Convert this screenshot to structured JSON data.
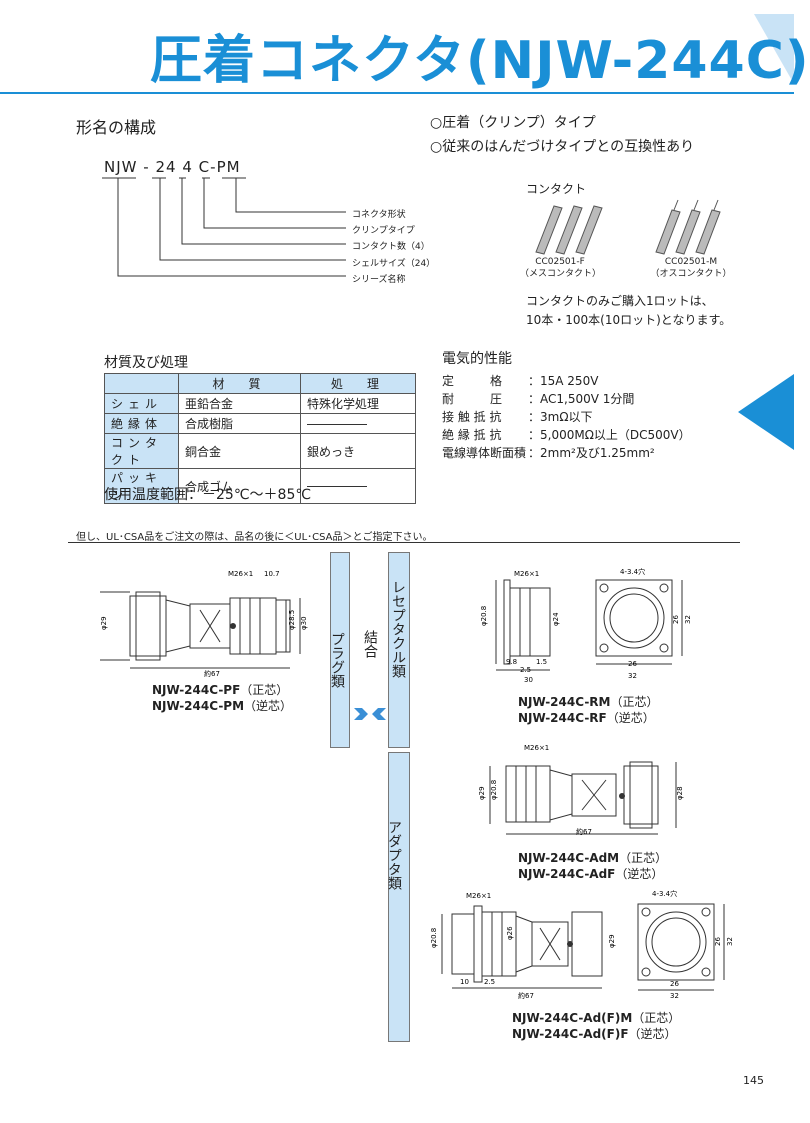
{
  "header": {
    "title": "圧着コネクタ(NJW-244C)"
  },
  "model_section": {
    "heading": "形名の構成",
    "code_parts": [
      "NJW",
      "-",
      "24",
      "4",
      "C",
      "-",
      "PM"
    ],
    "legend": [
      "コネクタ形状",
      "クリンプタイプ",
      "コンタクト数（4）",
      "シェルサイズ（24）",
      "シリーズ名称"
    ]
  },
  "features": [
    "○圧着（クリンプ）タイプ",
    "○従来のはんだづけタイプとの互換性あり"
  ],
  "contact": {
    "heading": "コンタクト",
    "female_code": "CC02501-F",
    "female_label": "（メスコンタクト）",
    "male_code": "CC02501-M",
    "male_label": "（オスコンタクト）",
    "note_line1": "コンタクトのみご購入1ロットは、",
    "note_line2": "10本・100本(10ロット)となります。"
  },
  "materials": {
    "heading": "材質及び処理",
    "col_material": "材　質",
    "col_treatment": "処　理",
    "rows": [
      {
        "part": "シェル",
        "material": "亜鉛合金",
        "treatment": "特殊化学処理"
      },
      {
        "part": "絶縁体",
        "material": "合成樹脂",
        "treatment": ""
      },
      {
        "part": "コンタクト",
        "material": "銅合金",
        "treatment": "銀めっき"
      },
      {
        "part": "パッキン",
        "material": "合成ゴム",
        "treatment": ""
      }
    ],
    "temp_range": "使用温度範囲：－25℃～＋85℃"
  },
  "electrical": {
    "heading": "電気的性能",
    "rows": [
      {
        "key": "定　　　格",
        "value": "：15A 250V"
      },
      {
        "key": "耐　　　圧",
        "value": "：AC1,500V 1分間"
      },
      {
        "key": "接 触 抵 抗",
        "value": "：3mΩ以下"
      },
      {
        "key": "絶 縁 抵 抗",
        "value": "：5,000MΩ以上（DC500V）"
      },
      {
        "key": "電線導体断面積",
        "value": "：2mm²及び1.25mm²"
      }
    ]
  },
  "order_note": "但し、UL･CSA品をご注文の際は、品名の後に＜UL･CSA品＞とご指定下さい。",
  "bands": {
    "plug": "プラグ類",
    "join": "結合",
    "receptacle": "レセプタクル類",
    "adapter": "アダプタ類"
  },
  "drawings": {
    "plug": {
      "dims": [
        "M26×1",
        "10.7",
        "φ29",
        "φ28.5",
        "φ30",
        "約67"
      ],
      "cap1": "NJW-244C-PF",
      "cap1n": "（正芯）",
      "cap2": "NJW-244C-PM",
      "cap2n": "（逆芯）"
    },
    "receptacle": {
      "dims": [
        "M26×1",
        "4-3.4穴",
        "φ20.8",
        "φ24",
        "9.8",
        "1.5",
        "2.5",
        "30",
        "26",
        "32",
        "26",
        "32"
      ],
      "cap1": "NJW-244C-RM",
      "cap1n": "（正芯）",
      "cap2": "NJW-244C-RF",
      "cap2n": "（逆芯）"
    },
    "adapter": {
      "dims": [
        "M26×1",
        "φ29",
        "φ20.8",
        "φ28",
        "約67"
      ],
      "cap1": "NJW-244C-AdM",
      "cap1n": "（正芯）",
      "cap2": "NJW-244C-AdF",
      "cap2n": "（逆芯）"
    },
    "adapter_f": {
      "dims": [
        "M26×1",
        "4-3.4穴",
        "φ20.8",
        "φ26",
        "φ29",
        "10",
        "2.5",
        "約67",
        "26",
        "32",
        "26",
        "32"
      ],
      "cap1": "NJW-244C-Ad(F)M",
      "cap1n": "（正芯）",
      "cap2": "NJW-244C-Ad(F)F",
      "cap2n": "（逆芯）"
    }
  },
  "page_number": "145",
  "colors": {
    "accent": "#1a8fd6",
    "band": "#c9e3f6"
  }
}
